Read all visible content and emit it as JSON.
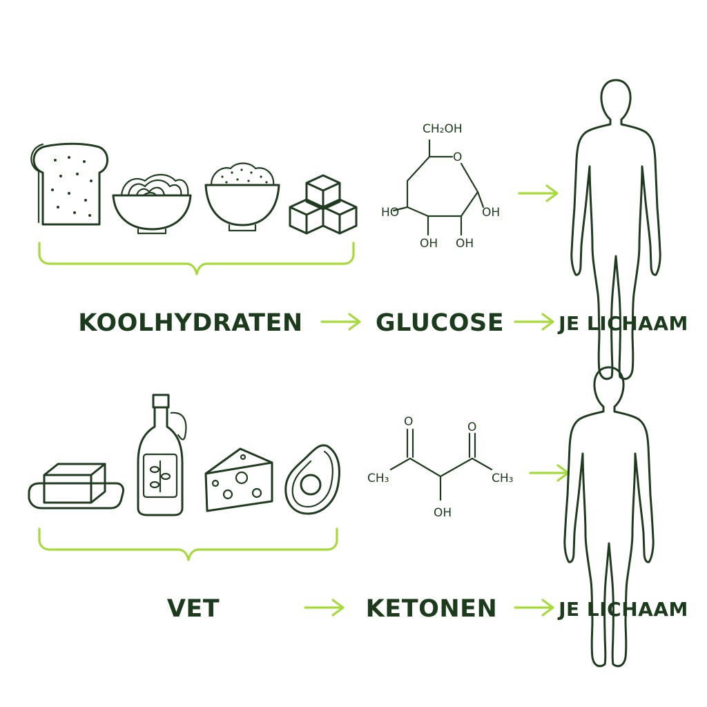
{
  "rows": [
    {
      "source_label": "KOOLHYDRATEN",
      "molecule_label": "GLUCOSE",
      "target_label": "JE LICHAAM",
      "foods": [
        "bread-icon",
        "pasta-bowl-icon",
        "rice-bowl-icon",
        "sugar-cubes-icon"
      ],
      "molecule": {
        "atoms": [
          "CH₂OH",
          "O",
          "HO",
          "OH",
          "OH",
          "OH"
        ]
      }
    },
    {
      "source_label": "VET",
      "molecule_label": "KETONEN",
      "target_label": "JE LICHAAM",
      "foods": [
        "butter-icon",
        "olive-oil-bottle-icon",
        "cheese-icon",
        "avocado-icon"
      ],
      "molecule": {
        "atoms": [
          "O",
          "O",
          "CH₃",
          "CH₃",
          "OH"
        ]
      }
    }
  ],
  "colors": {
    "ink": "#1f3a1f",
    "accent": "#a6d93a",
    "text": "#1c3a1c"
  }
}
